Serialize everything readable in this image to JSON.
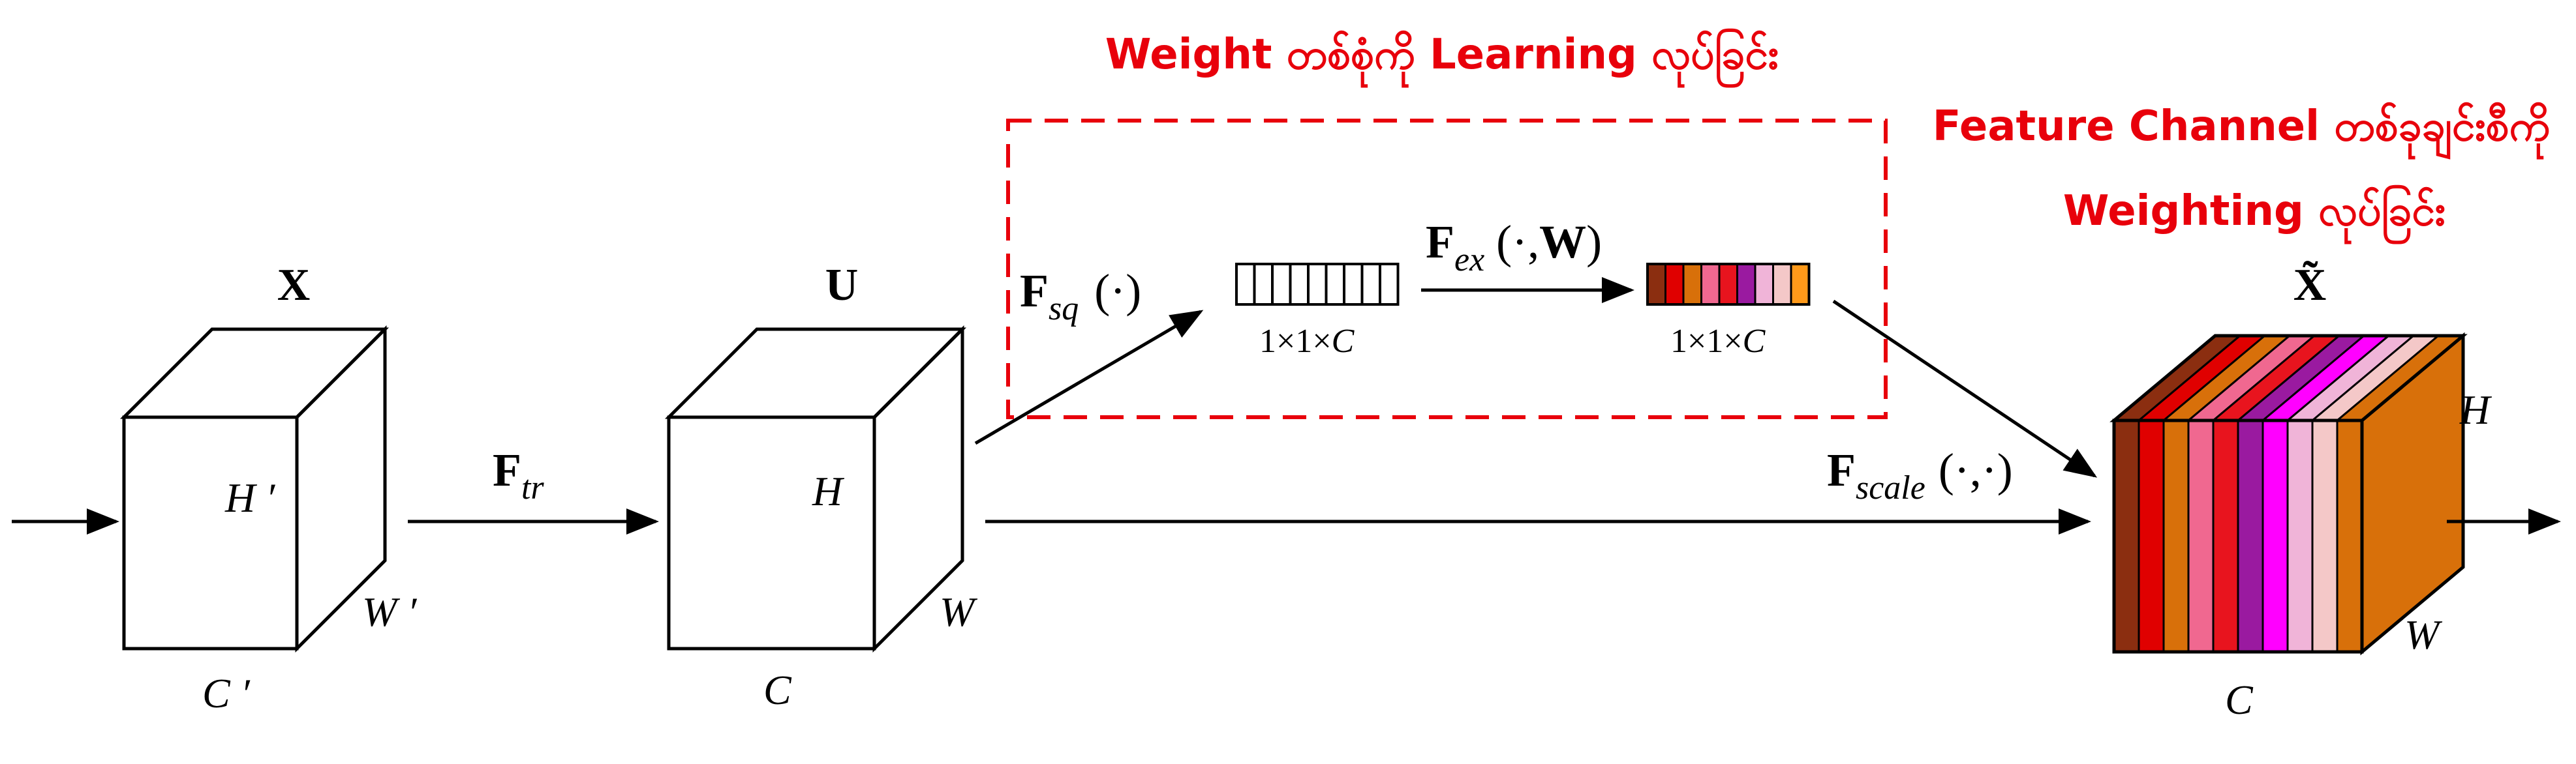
{
  "annotations": {
    "learning_title": "Weight တစ်စုံကို Learning လုပ်ခြင်း",
    "weighting_line1": "Feature Channel တစ်ခုချင်းစီကို",
    "weighting_line2": "Weighting လုပ်ခြင်း"
  },
  "tensors": {
    "x": {
      "label": "X",
      "height": "H ′",
      "width": "W ′",
      "channels": "C ′"
    },
    "u": {
      "label": "U",
      "height": "H",
      "width": "W",
      "channels": "C"
    },
    "x_tilde": {
      "label": "X̃",
      "height": "H",
      "width": "W",
      "channels": "C"
    }
  },
  "operations": {
    "f_tr": {
      "main": "F",
      "sub": "tr"
    },
    "f_sq": {
      "main": "F",
      "sub": "sq",
      "args": "(·)"
    },
    "f_ex": {
      "main": "F",
      "sub": "ex",
      "args_open": "(·,",
      "args_w": "W",
      "args_close": ")"
    },
    "f_scale": {
      "main": "F",
      "sub": "scale",
      "args": "(·,·)"
    }
  },
  "vectors": {
    "squeeze_dim": {
      "a": "1×1×",
      "c": "C"
    },
    "excite_dim": {
      "a": "1×1×",
      "c": "C"
    }
  },
  "colors": {
    "annotation_red": "#e8000b",
    "dashed_box": "#e8000b",
    "excite_strip": [
      "#8b2e10",
      "#e00000",
      "#d8700a",
      "#f06890",
      "#e8141e",
      "#9a1aa0",
      "#f0b4d8",
      "#f4c8c8",
      "#ff9a1a"
    ],
    "x_tilde_strips": [
      "#8b2e10",
      "#e00000",
      "#d8700a",
      "#f06890",
      "#e8141e",
      "#9a1aa0",
      "#ff00ff",
      "#f0b4d8",
      "#f4c8c8",
      "#d8700a"
    ],
    "x_tilde_side": "#d8700a"
  }
}
